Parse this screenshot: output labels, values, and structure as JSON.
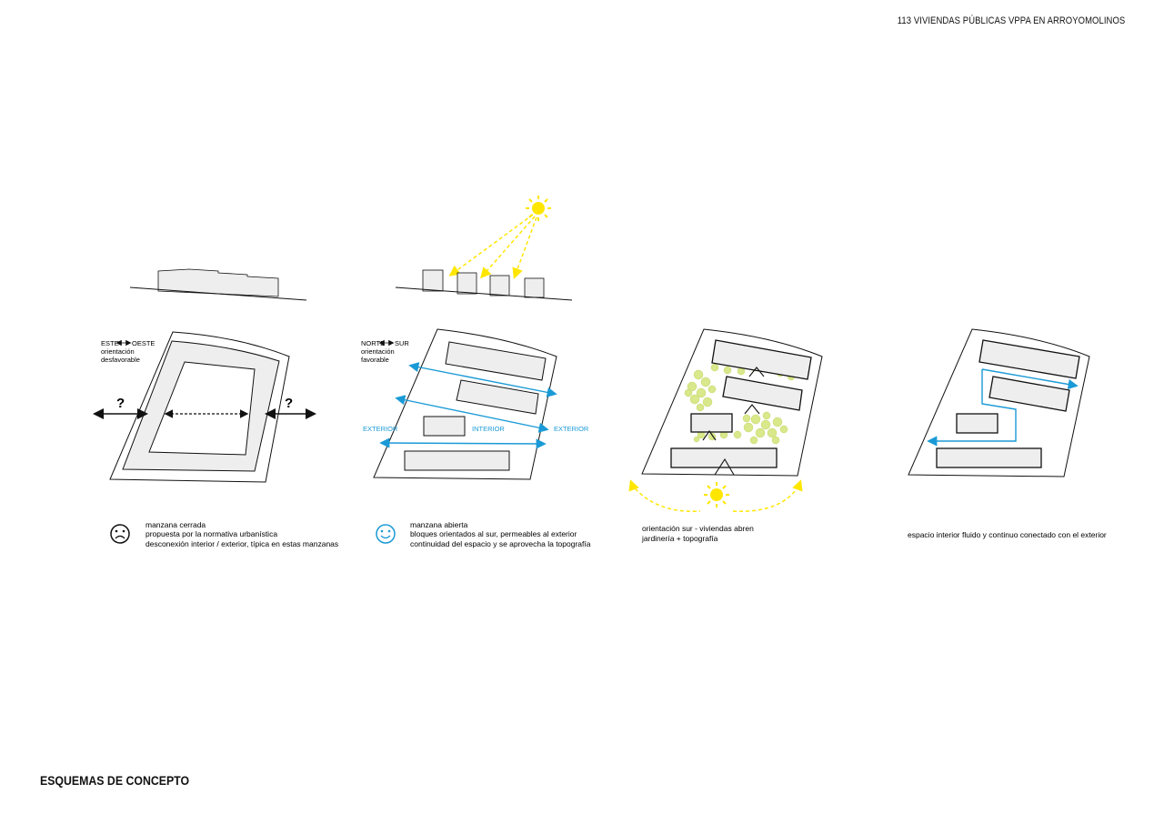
{
  "header": {
    "title": "113 VIVIENDAS PÚBLICAS VPPA EN ARROYOMOLINOS"
  },
  "footer": {
    "heading": "ESQUEMAS DE CONCEPTO"
  },
  "panel1": {
    "orientation": {
      "left": "ESTE",
      "right": "OESTE",
      "line2": "orientación",
      "line3": "desfavorable"
    },
    "question": "?",
    "caption": [
      "manzana cerrada",
      "propuesta por la normativa urbanística",
      "desconexión interior / exterior, típica en estas manzanas"
    ],
    "face_icon": "sad-face-icon"
  },
  "panel2": {
    "orientation": {
      "left": "NORTE",
      "right": "SUR",
      "line2": "orientación",
      "line3": "favorable"
    },
    "label_exterior": "EXTERIOR",
    "label_interior": "INTERIOR",
    "caption": [
      "manzana abierta",
      "bloques orientados al sur, permeables al exterior",
      "continuidad del espacio y se aprovecha la topografía"
    ],
    "face_icon": "happy-face-icon"
  },
  "panel3": {
    "caption": [
      "orientación sur - viviendas abren",
      "jardinería + topografía"
    ]
  },
  "panel4": {
    "caption": [
      "espacio interior fluido y continuo conectado con el exterior"
    ]
  },
  "colors": {
    "accent_blue": "#1a9ad6",
    "sun_yellow": "#ffe600",
    "tree_green": "#d8e88a",
    "block_fill": "#eeeeee"
  }
}
